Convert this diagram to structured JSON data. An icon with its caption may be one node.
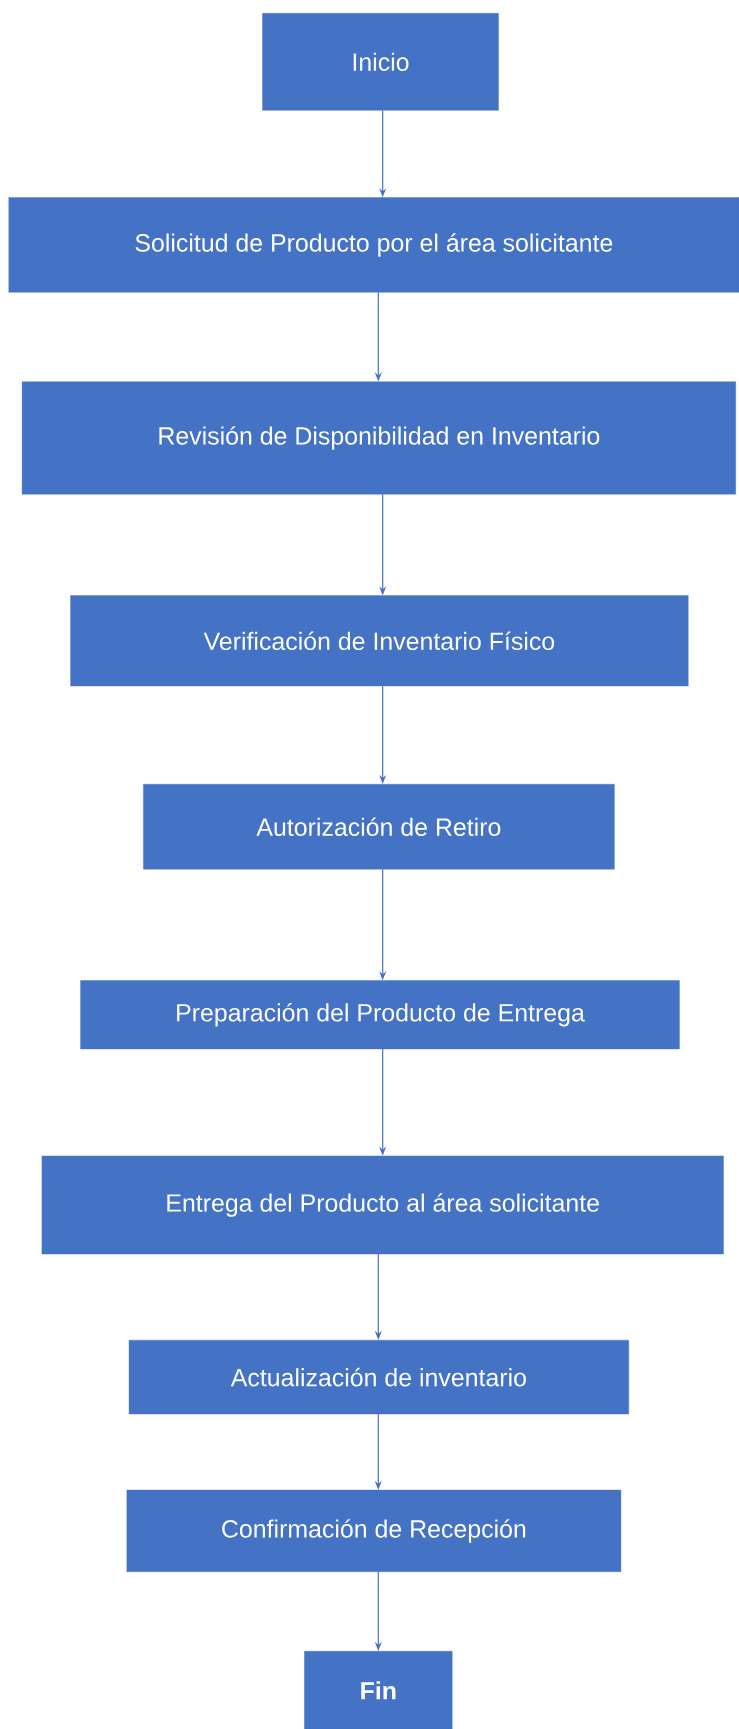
{
  "diagram": {
    "nodes": [
      {
        "text": [
          "Inicio"
        ]
      },
      {
        "text": [
          "Solicitud de Producto por el área solicitante"
        ]
      },
      {
        "text": [
          "Revisión de Disponibilidad en Inventario"
        ]
      },
      {
        "text": [
          "Verificación de Inventario Físico"
        ]
      },
      {
        "text": [
          "Autorización de Retiro"
        ]
      },
      {
        "text": [
          "Preparación del Producto de Entrega"
        ]
      },
      {
        "text": [
          "Entrega del Producto al área solicitante"
        ]
      },
      {
        "text": [
          "Actualización de inventario"
        ]
      },
      {
        "text": [
          "Confirmación de Recepción"
        ]
      },
      {
        "text": [
          "**Fin**"
        ]
      }
    ],
    "edges": [
      {
        "from": 0,
        "to": 1,
        "arrow": "to"
      },
      {
        "from": 1,
        "to": 2,
        "arrow": "to"
      },
      {
        "from": 2,
        "to": 3,
        "arrow": "to"
      },
      {
        "from": 3,
        "to": 4,
        "arrow": "to"
      },
      {
        "from": 4,
        "to": 5,
        "arrow": "to"
      },
      {
        "from": 5,
        "to": 6,
        "arrow": "to"
      },
      {
        "from": 6,
        "to": 7,
        "arrow": "to"
      },
      {
        "from": 7,
        "to": 8,
        "arrow": "to"
      },
      {
        "from": 8,
        "to": 9,
        "arrow": "to"
      }
    ]
  }
}
